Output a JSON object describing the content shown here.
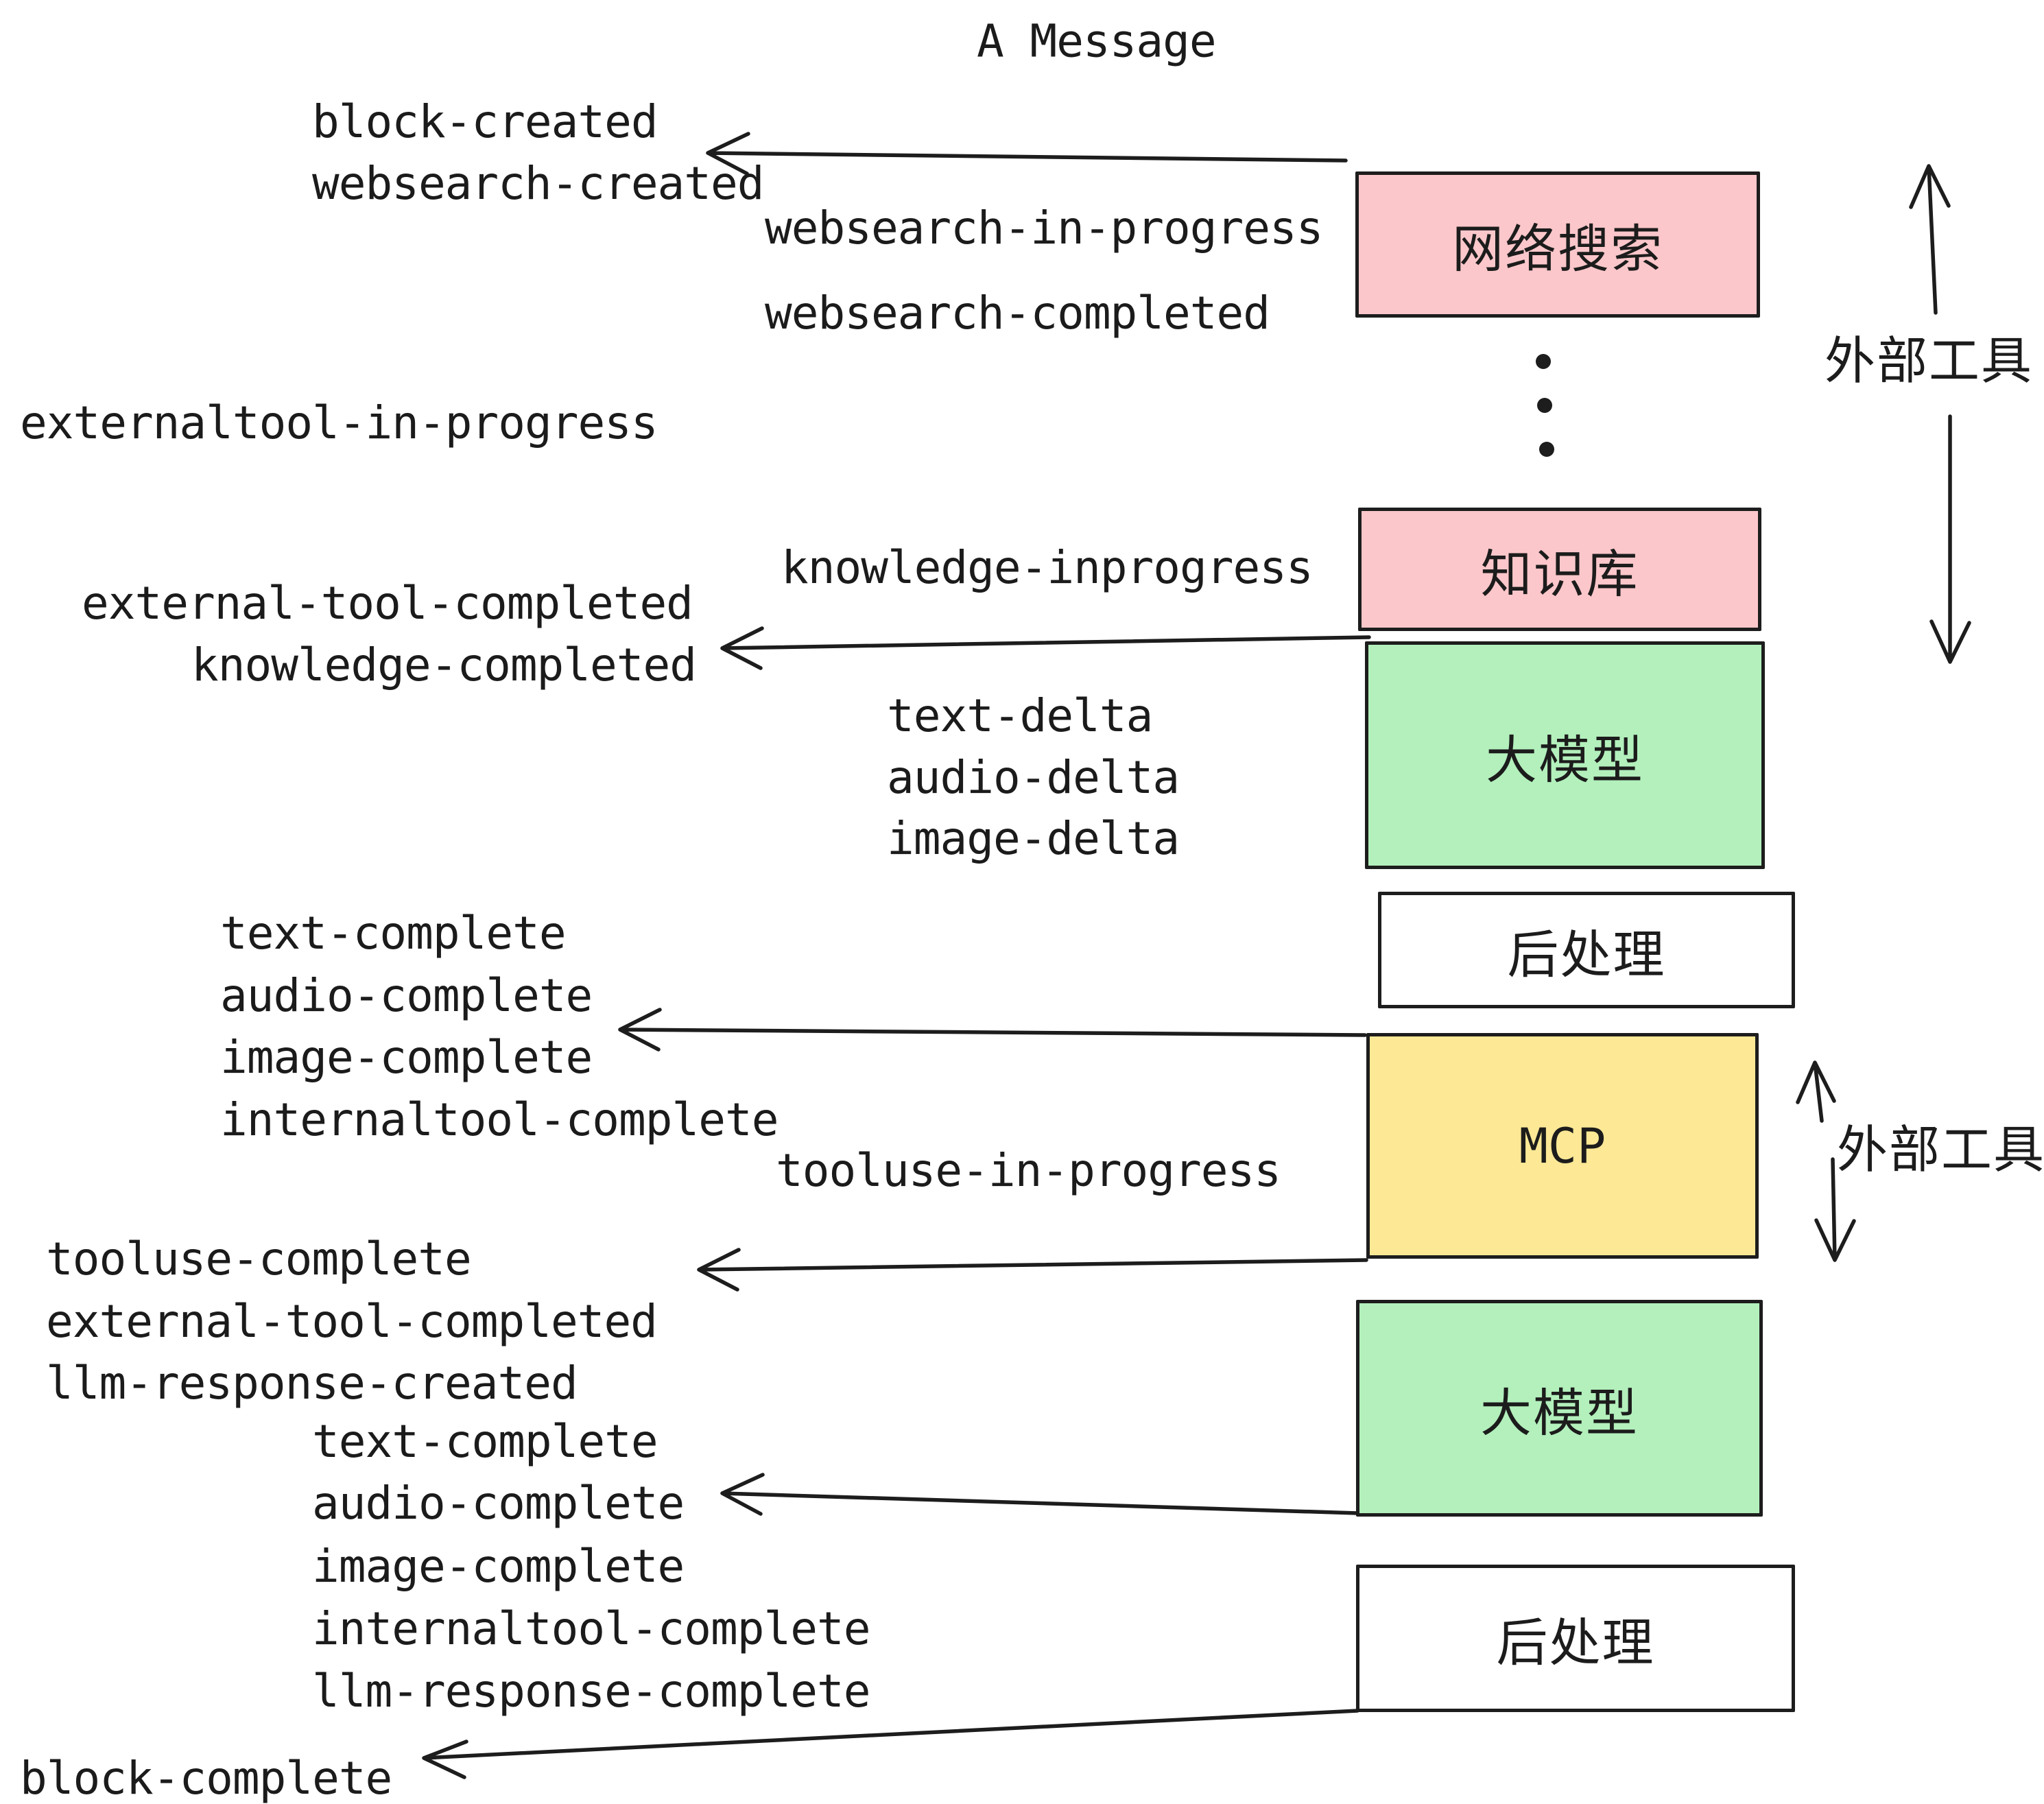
{
  "title": "A Message",
  "colors": {
    "background": "#ffffff",
    "stroke": "#1d1d1d",
    "text": "#1b1b1b",
    "pink": "#fbc7ca",
    "green": "#b3f0bc",
    "yellow": "#fce895",
    "white_box": "#ffffff"
  },
  "events": [
    {
      "id": "block-created",
      "text": "block-created"
    },
    {
      "id": "websearch-created",
      "text": "websearch-created"
    },
    {
      "id": "websearch-in-progress",
      "text": "websearch-in-progress"
    },
    {
      "id": "websearch-completed",
      "text": "websearch-completed"
    },
    {
      "id": "externaltool-in-progress",
      "text": "externaltool-in-progress"
    },
    {
      "id": "knowledge-inprogress",
      "text": "knowledge-inprogress"
    },
    {
      "id": "external-tool-completed-1",
      "text": "external-tool-completed"
    },
    {
      "id": "knowledge-completed",
      "text": "knowledge-completed"
    },
    {
      "id": "text-delta-1",
      "text": "text-delta"
    },
    {
      "id": "audio-delta-1",
      "text": "audio-delta"
    },
    {
      "id": "image-delta-1",
      "text": "image-delta"
    },
    {
      "id": "text-complete-1",
      "text": "text-complete"
    },
    {
      "id": "audio-complete-1",
      "text": "audio-complete"
    },
    {
      "id": "image-complete-1",
      "text": "image-complete"
    },
    {
      "id": "internaltool-complete-1",
      "text": "internaltool-complete"
    },
    {
      "id": "tooluse-in-progress",
      "text": "tooluse-in-progress"
    },
    {
      "id": "tooluse-complete",
      "text": "tooluse-complete"
    },
    {
      "id": "external-tool-completed-2",
      "text": "external-tool-completed"
    },
    {
      "id": "llm-response-created",
      "text": "llm-response-created"
    },
    {
      "id": "text-complete-2",
      "text": "text-complete"
    },
    {
      "id": "audio-complete-2",
      "text": "audio-complete"
    },
    {
      "id": "image-complete-2",
      "text": "image-complete"
    },
    {
      "id": "internaltool-complete-2",
      "text": "internaltool-complete"
    },
    {
      "id": "llm-response-complete",
      "text": "llm-response-complete"
    },
    {
      "id": "block-complete",
      "text": "block-complete"
    }
  ],
  "boxes": [
    {
      "id": "websearch",
      "label": "网络搜索",
      "fill": "#fbc7ca"
    },
    {
      "id": "knowledge",
      "label": "知识库",
      "fill": "#fbc7ca"
    },
    {
      "id": "llm-1",
      "label": "大模型",
      "fill": "#b3f0bc"
    },
    {
      "id": "postprocess-1",
      "label": "后处理",
      "fill": "#ffffff"
    },
    {
      "id": "mcp",
      "label": "MCP",
      "fill": "#fce895"
    },
    {
      "id": "llm-2",
      "label": "大模型",
      "fill": "#b3f0bc"
    },
    {
      "id": "postprocess-2",
      "label": "后处理",
      "fill": "#ffffff"
    }
  ],
  "annotations": [
    {
      "id": "external-tools-1",
      "text": "外部工具"
    },
    {
      "id": "external-tools-2",
      "text": "外部工具"
    }
  ]
}
